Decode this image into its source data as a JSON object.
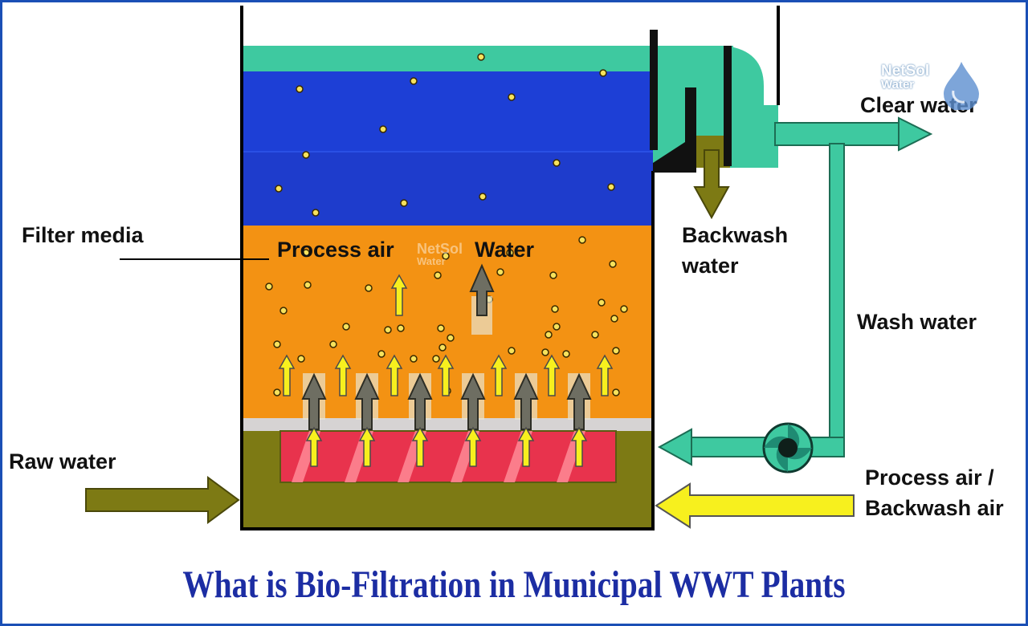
{
  "labels": {
    "filter_media": "Filter media",
    "raw_water": "Raw water",
    "process_air": "Process air",
    "water": "Water",
    "backwash_water_1": "Backwash",
    "backwash_water_2": "water",
    "clear_water": "Clear water",
    "wash_water": "Wash water",
    "process_backwash_air_1": "Process air /",
    "process_backwash_air_2": "Backwash air"
  },
  "logo": {
    "line1": "NetSol",
    "line2": "Water"
  },
  "watermark": {
    "line1": "NetSol",
    "line2": "Water"
  },
  "caption": "What is Bio-Filtration in Municipal WWT Plants",
  "colors": {
    "water_top": "#3ec9a0",
    "water_blue": "#1d3fd6",
    "filter_media": "#f39213",
    "underdrain": "#7d7a14",
    "nozzle_bed": "#e8334d",
    "air_arrow": "#f7f01e",
    "caption": "#1c2da3",
    "frame": "#1a4fb5"
  }
}
